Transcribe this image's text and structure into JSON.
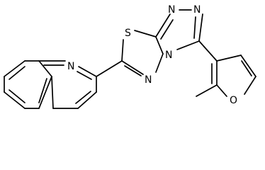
{
  "molecule": {
    "atom_labels": {
      "S": "S",
      "N_quinoline": "N",
      "N_thiadiazole": "N",
      "N_bridge": "N",
      "N_triazole_top_left": "N",
      "N_triazole_top_right": "N",
      "O_furan": "O"
    },
    "colors": {
      "bond": "#000000",
      "label": "#000000",
      "background": "#ffffff"
    }
  }
}
